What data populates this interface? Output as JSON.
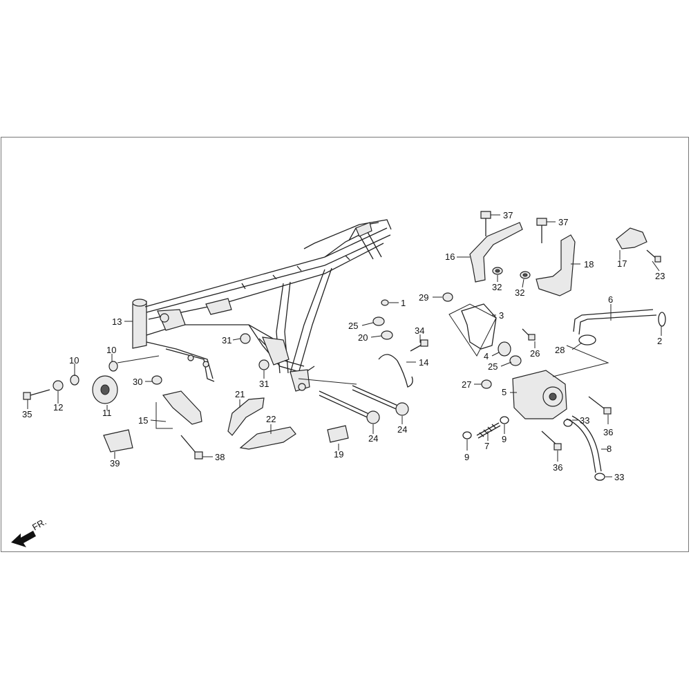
{
  "direction_label": "FR.",
  "callouts": [
    "1",
    "2",
    "3",
    "4",
    "5",
    "6",
    "7",
    "8",
    "9",
    "10",
    "11",
    "12",
    "13",
    "14",
    "15",
    "16",
    "17",
    "18",
    "19",
    "20",
    "21",
    "22",
    "23",
    "24",
    "25",
    "26",
    "27",
    "28",
    "29",
    "30",
    "31",
    "32",
    "33",
    "34",
    "35",
    "36",
    "37",
    "38",
    "39"
  ]
}
